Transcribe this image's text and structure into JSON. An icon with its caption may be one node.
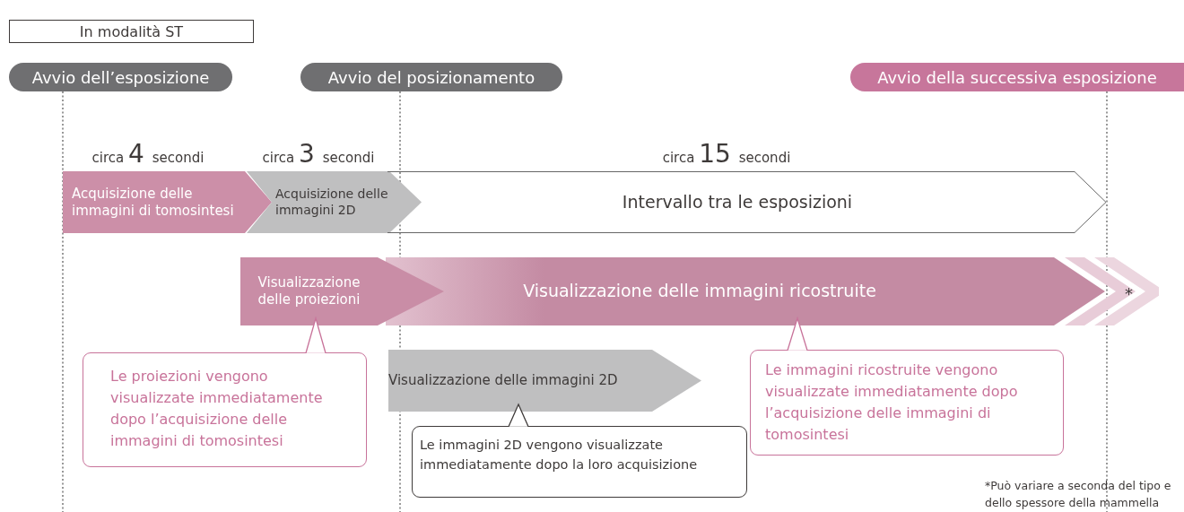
{
  "diagram": {
    "nodes": [
      {
        "text": [
          "In modalità ST"
        ]
      },
      {
        "text": [
          "Avvio dell’esposizione"
        ]
      },
      {
        "text": [
          "Avvio del posizionamento"
        ]
      },
      {
        "text": [
          "Avvio della successiva esposizione"
        ]
      },
      {
        "text": [
          "Acquisizione delle immagini di tomosintesi"
        ],
        "beside": [
          "circa 4 secondi"
        ]
      },
      {
        "text": [
          "Acquisizione delle immagini 2D"
        ],
        "beside": [
          "circa 3 secondi"
        ]
      },
      {
        "text": [
          "Intervallo tra le esposizioni"
        ],
        "beside": [
          "circa 15 secondi"
        ]
      },
      {
        "text": [
          "Visualizzazione delle proiezioni"
        ]
      },
      {
        "text": [
          "Visualizzazione delle immagini ricostruite"
        ]
      },
      {
        "text": [
          "Visualizzazione delle immagini 2D"
        ]
      },
      {
        "text": [
          "Le proiezioni vengono visualizzate immediatamente dopo l’acquisizione delle immagini di tomosintesi"
        ]
      },
      {
        "text": [
          "Le immagini 2D vengono visualizzate immediatamente dopo la loro acquisizione"
        ]
      },
      {
        "text": [
          "Le immagini ricostruite vengono visualizzate immediatamente dopo l’acquisizione delle immagini di tomosintesi"
        ]
      }
    ],
    "edges": [
      {
        "from": 10,
        "to": 7,
        "arrow": "to"
      },
      {
        "from": 11,
        "to": 9,
        "arrow": "to",
        "color": "#3e3a39"
      },
      {
        "from": 12,
        "to": 8,
        "arrow": "to"
      }
    ],
    "labels": [
      "*",
      "*Può variare a seconda del tipo e dello spessore della mammella"
    ]
  }
}
